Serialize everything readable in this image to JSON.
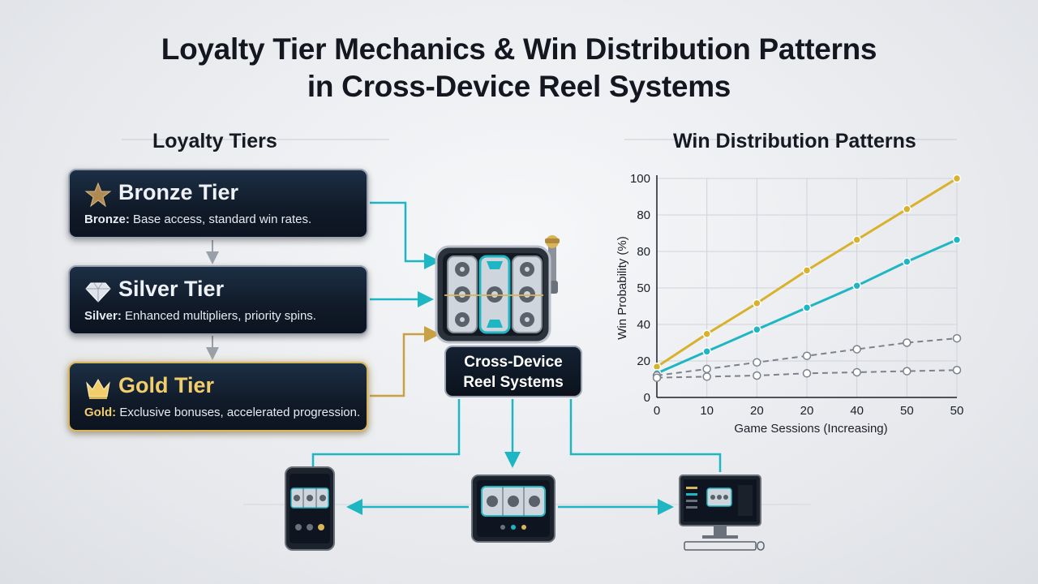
{
  "title": {
    "line1": "Loyalty Tier Mechanics & Win Distribution Patterns",
    "line2": "in Cross-Device Reel Systems"
  },
  "loyalty": {
    "heading": "Loyalty Tiers",
    "tiers": [
      {
        "name": "Bronze Tier",
        "prefix": "Bronze:",
        "desc": " Base access, standard win rates.",
        "icon": "star-icon",
        "color": "#b08a52"
      },
      {
        "name": "Silver Tier",
        "prefix": "Silver:",
        "desc": " Enhanced multipliers, priority spins.",
        "icon": "diamond-icon",
        "color": "#d9dee6"
      },
      {
        "name": "Gold Tier",
        "prefix": "Gold:",
        "desc": " Exclusive bonuses, accelerated progression.",
        "icon": "crown-icon",
        "color": "#f2cd6c"
      }
    ]
  },
  "center": {
    "label_line1": "Cross-Device",
    "label_line2": "Reel Systems"
  },
  "devices": [
    "smartphone-icon",
    "tablet-icon",
    "desktop-computer-icon"
  ],
  "chart_heading": "Win Distribution Patterns",
  "chart_data": {
    "type": "line",
    "xlabel": "Game Sessions (Increasing)",
    "ylabel": "Win Probability (%)",
    "x_tick_labels": [
      "0",
      "10",
      "20",
      "20",
      "40",
      "50",
      "50"
    ],
    "y_tick_labels": [
      "0",
      "20",
      "40",
      "50",
      "80",
      "80",
      "100"
    ],
    "grid": true,
    "series": [
      {
        "values": [
          14,
          29,
          43,
          58,
          72,
          86,
          100
        ],
        "color": "#d8b22c",
        "style": "solid"
      },
      {
        "values": [
          11,
          21,
          31,
          41,
          51,
          62,
          72
        ],
        "color": "#1fb6c4",
        "style": "solid"
      },
      {
        "values": [
          10,
          13,
          16,
          19,
          22,
          25,
          27
        ],
        "color": "#7c828c",
        "style": "dashed"
      },
      {
        "values": [
          9,
          9.5,
          10,
          11,
          11.5,
          12,
          12.5
        ],
        "color": "#7c828c",
        "style": "dashed"
      }
    ]
  }
}
